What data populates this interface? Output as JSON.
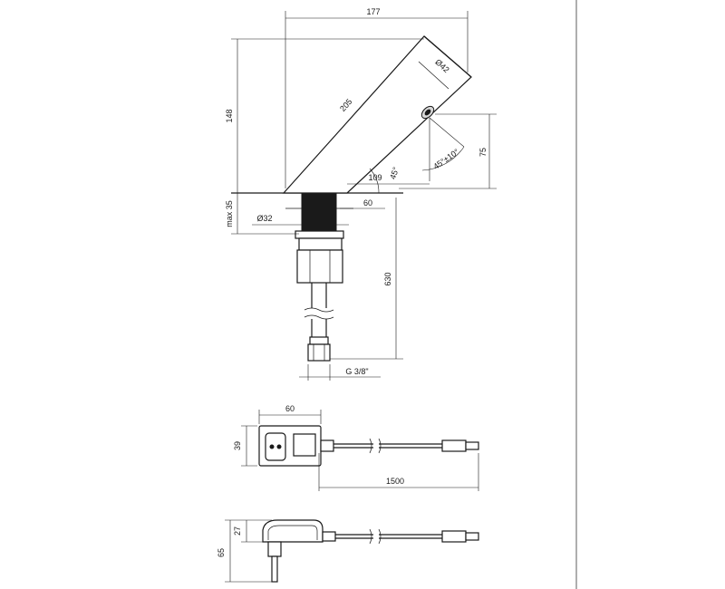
{
  "faucet": {
    "dim_width_total": "177",
    "dim_spout_length": "205",
    "dim_outlet_diameter": "Ø42",
    "dim_height": "148",
    "dim_sensor_height": "75",
    "dim_sensor_angle": "45°±10°",
    "dim_spout_angle": "45°",
    "dim_sensor_offset": "109",
    "dim_body_width": "60",
    "dim_max_thickness": "max 35",
    "dim_shank_diameter": "Ø32",
    "dim_hose_length": "630",
    "dim_thread": "G 3/8\""
  },
  "power_supply_front": {
    "dim_width": "60",
    "dim_height": "39",
    "dim_cable_length": "1500"
  },
  "power_supply_side": {
    "dim_body_height": "27",
    "dim_total_height": "65"
  }
}
